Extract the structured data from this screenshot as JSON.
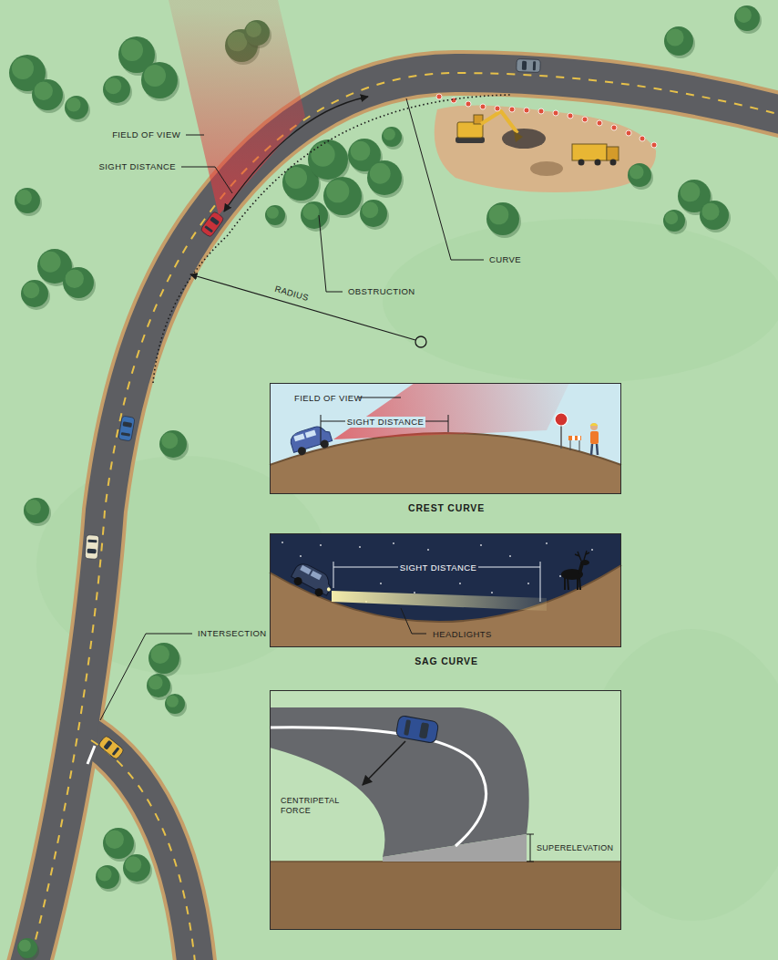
{
  "diagram": {
    "nodes": [
      {
        "text": [
          "FIELD OF VIEW",
          "SIGHT DISTANCE",
          "CREST CURVE"
        ]
      },
      {
        "text": [
          "SIGHT DISTANCE",
          "HEADLIGHTS",
          "SAG CURVE"
        ]
      },
      {
        "text": [
          "CENTRIPETAL FORCE",
          "SUPERELEVATION"
        ]
      }
    ],
    "labels": [
      "FIELD OF VIEW",
      "SIGHT DISTANCE",
      "CURVE",
      "OBSTRUCTION",
      "RADIUS",
      "INTERSECTION"
    ]
  }
}
